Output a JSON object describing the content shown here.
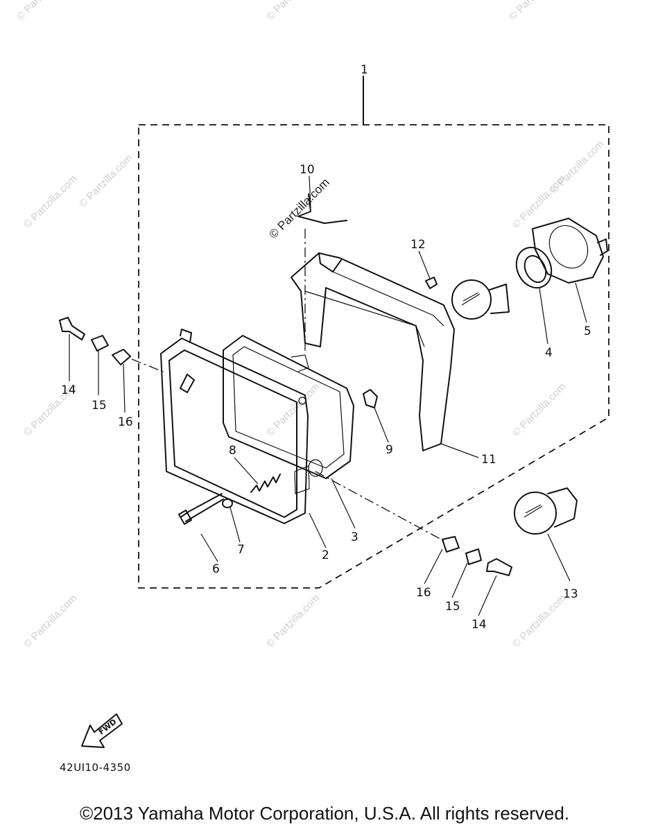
{
  "watermarks": [
    "© Partzilla.com",
    "© Partzilla.com",
    "© Partzilla.com",
    "© Partzilla.com",
    "© Partzilla.com",
    "© Partzilla.com",
    "© Partzilla.com",
    "© Partzilla.com",
    "© Partzilla.com",
    "© Partzilla.com",
    "© Partzilla.com",
    "© Partzilla.com",
    "© Partzilla.com"
  ],
  "center_watermark": "© Partzilla.com",
  "callouts": [
    {
      "num": "1"
    },
    {
      "num": "2"
    },
    {
      "num": "3"
    },
    {
      "num": "4"
    },
    {
      "num": "5"
    },
    {
      "num": "6"
    },
    {
      "num": "7"
    },
    {
      "num": "8"
    },
    {
      "num": "9"
    },
    {
      "num": "10"
    },
    {
      "num": "11"
    },
    {
      "num": "12"
    },
    {
      "num": "13"
    },
    {
      "num": "14"
    },
    {
      "num": "15"
    },
    {
      "num": "16"
    },
    {
      "num": "16"
    },
    {
      "num": "15"
    },
    {
      "num": "14"
    }
  ],
  "fwd_label": "FWD",
  "diagram_code": "42UI10-4350",
  "copyright": "©2013 Yamaha Motor Corporation, U.S.A. All rights reserved."
}
